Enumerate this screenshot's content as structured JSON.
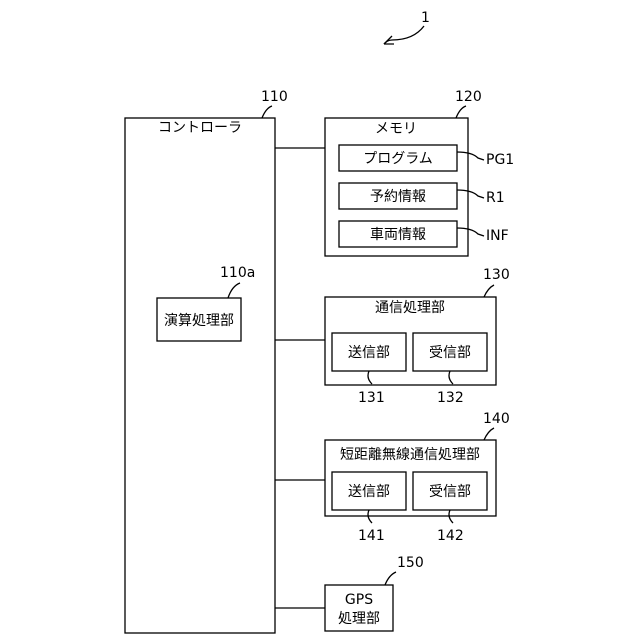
{
  "figure_ref": "1",
  "controller": {
    "label": "コントローラ",
    "ref": "110"
  },
  "arithmetic": {
    "label": "演算処理部",
    "ref": "110a"
  },
  "memory": {
    "label": "メモリ",
    "ref": "120",
    "items": [
      {
        "label": "プログラム",
        "ref": "PG1"
      },
      {
        "label": "予約情報",
        "ref": "R1"
      },
      {
        "label": "車両情報",
        "ref": "INF"
      }
    ]
  },
  "comm": {
    "label": "通信処理部",
    "ref": "130",
    "send": {
      "label": "送信部",
      "ref": "131"
    },
    "recv": {
      "label": "受信部",
      "ref": "132"
    }
  },
  "short_range": {
    "label": "短距離無線通信処理部",
    "ref": "140",
    "send": {
      "label": "送信部",
      "ref": "141"
    },
    "recv": {
      "label": "受信部",
      "ref": "142"
    }
  },
  "gps": {
    "label_line1": "GPS",
    "label_line2": "処理部",
    "ref": "150"
  }
}
